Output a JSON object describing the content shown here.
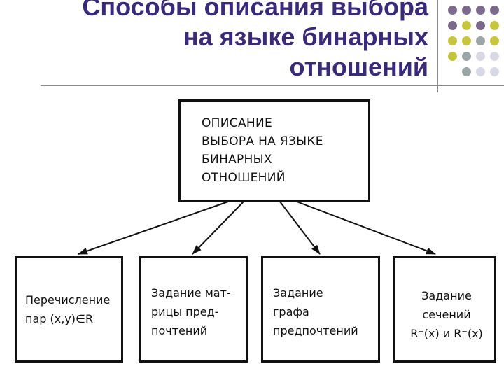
{
  "title": {
    "line1": "Способы описания выбора",
    "line2": "на языке бинарных",
    "line3": "отношений"
  },
  "decor_colors": {
    "purple": "#7c6a8d",
    "olive": "#c6c63e",
    "gray": "#9aa6a6",
    "light": "#d9d9e6"
  },
  "diagram": {
    "root": {
      "lines": [
        "ОПИСАНИЕ",
        "ВЫБОРА НА ЯЗЫКЕ",
        "БИНАРНЫХ",
        "ОТНОШЕНИЙ"
      ]
    },
    "children": [
      {
        "lines": [
          "Перечисление",
          "пар (x,y)∈R"
        ]
      },
      {
        "lines": [
          "Задание мат-",
          "рицы пред-",
          "почтений"
        ]
      },
      {
        "lines": [
          "Задание",
          "графа",
          "предпочтений"
        ]
      },
      {
        "lines": [
          "Задание",
          "сечений",
          "R⁺(x) и R⁻(x)"
        ]
      }
    ]
  }
}
